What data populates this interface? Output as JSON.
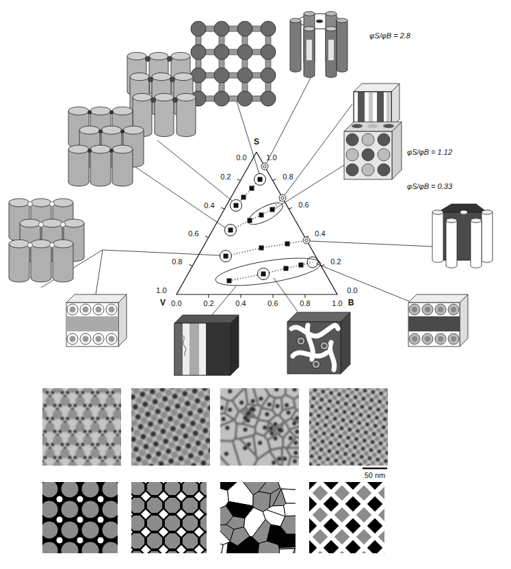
{
  "diagram": {
    "labels": [
      "S",
      "0.0",
      "1.0",
      "φS/φB = 2.8",
      "0.2",
      "0.8",
      "φS/φB = 1.12",
      "0.4",
      "0.6",
      "φS/φB = 0.33",
      "0.6",
      "0.4",
      "0.8",
      "0.2",
      "1.0",
      "0.0",
      "V",
      "0.0",
      "0.2",
      "0.4",
      "0.6",
      "0.8",
      "1.0",
      "B",
      "50 nm"
    ]
  }
}
